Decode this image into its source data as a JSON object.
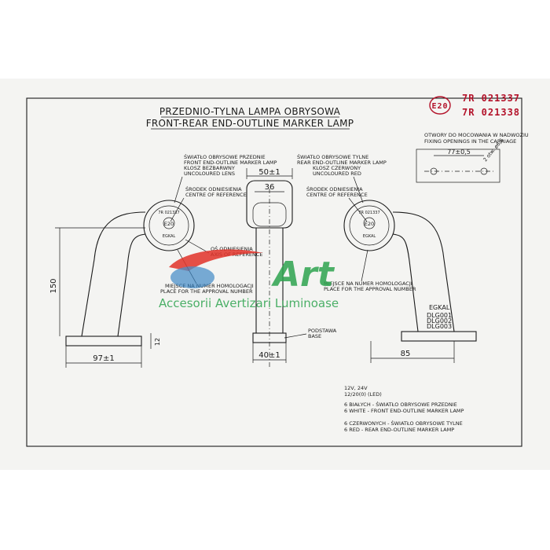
{
  "title": {
    "line1": "PRZEDNIO-TYLNA LAMPA OBRYSOWA",
    "line2": "FRONT-REAR END-OUTLINE MARKER LAMP"
  },
  "approval": {
    "mark": "E20",
    "code1": "7R 021337",
    "code2": "7R 021338"
  },
  "carriage_detail": {
    "label_pl": "OTWORY DO MOCOWANIA W NADWOZIU",
    "label_en": "FIXING OPENINGS IN THE CARRIAGE",
    "dim": "77±0,5",
    "hole": "2 otw. ø6,6"
  },
  "left_lamp": {
    "lens_pl": "ŚWIATŁO OBRYSOWE PRZEDNIE",
    "lens_en": "FRONT END-OUTLINE MARKER LAMP",
    "klosz_pl": "KLOSZ BEZBARWNY",
    "klosz_en": "UNCOLOURED LENS",
    "centre_pl": "ŚRODEK ODNIESIENIA",
    "centre_en": "CENTRE OF REFERENCE",
    "axis_pl": "OŚ ODNIESIENIA",
    "axis_en": "AXIS OF REFERENCE",
    "place_pl": "MIEJSCE NA NUMER HOMOLOGACJI",
    "place_en": "PLACE FOR THE APPROVAL NUMBER",
    "dim_height": "150",
    "dim_base": "97±1",
    "dim_foot": "12"
  },
  "right_lamp": {
    "lens_pl": "ŚWIATŁO OBRYSOWE TYLNE",
    "lens_en": "REAR END-OUTLINE MARKER LAMP",
    "klosz_pl": "KLOSZ CZERWONY",
    "klosz_en": "UNCOLOURED RED",
    "centre_pl": "ŚRODEK ODNIESIENIA",
    "centre_en": "CENTRE OF REFERENCE",
    "place_pl": "MIEJSCE NA NUMER HOMOLOGACJI",
    "place_en": "PLACE FOR THE APPROVAL NUMBER",
    "model_brand": "EGKAL",
    "models": [
      "DLG001",
      "DLG002",
      "DLG003"
    ],
    "dim_reach": "85"
  },
  "center_view": {
    "dim_top": "50±1",
    "dim_inner": "36",
    "dim_base": "40±1",
    "base_pl": "PODSTAWA",
    "base_en": "BASE"
  },
  "lens_marks": {
    "text_top": "7R 021337",
    "text_mid": "E20",
    "text_bot": "EGKAL"
  },
  "notes": {
    "voltage": "12V, 24V",
    "bulb": "12/20(0) (LED)",
    "white_pl": "6 BIAŁYCH - ŚWIATŁO OBRYSOWE PRZEDNIE",
    "white_en": "6 WHITE - FRONT END-OUTLINE MARKER LAMP",
    "red_pl": "6 CZERWONYCH - ŚWIATŁO OBRYSOWE TYLNE",
    "red_en": "6 RED - REAR END-OUTLINE MARKER LAMP"
  },
  "watermark": {
    "brand": "Art",
    "tagline": "Accesorii Avertizari Luminoase",
    "colors": {
      "red": "#e2332a",
      "green": "#2ea44f",
      "blue": "#2f7fc1"
    }
  }
}
